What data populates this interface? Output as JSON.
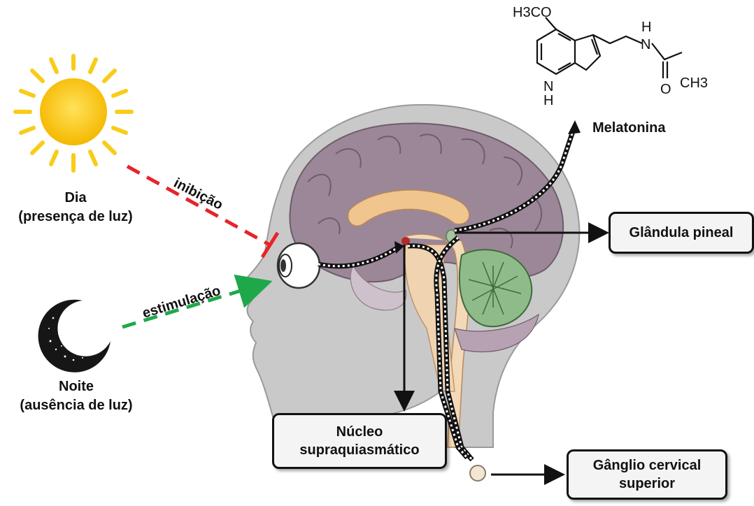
{
  "day": {
    "title": "Dia",
    "subtitle": "(presença de luz)"
  },
  "night": {
    "title": "Noite",
    "subtitle": "(ausência de luz)"
  },
  "arrows": {
    "inhibition": "inibição",
    "stimulation": "estimulação"
  },
  "boxes": {
    "pineal": "Glândula pineal",
    "scn_line1": "Núcleo",
    "scn_line2": "supraquiasmático",
    "ganglion_line1": "Gânglio cervical",
    "ganglion_line2": "superior"
  },
  "molecule": {
    "name": "Melatonina",
    "methoxy": "H3CO",
    "nh_top": "H",
    "n_amide": "N",
    "carbonyl_o": "O",
    "methyl": "CH3",
    "indole_n": "N",
    "indole_h": "H"
  },
  "colors": {
    "inhibition": "#e8232a",
    "stimulation": "#1fa84a",
    "sun": "#f7c600",
    "brain": "#9b8797",
    "head": "#c9c9c9",
    "cerebellum": "#7fae7a"
  }
}
